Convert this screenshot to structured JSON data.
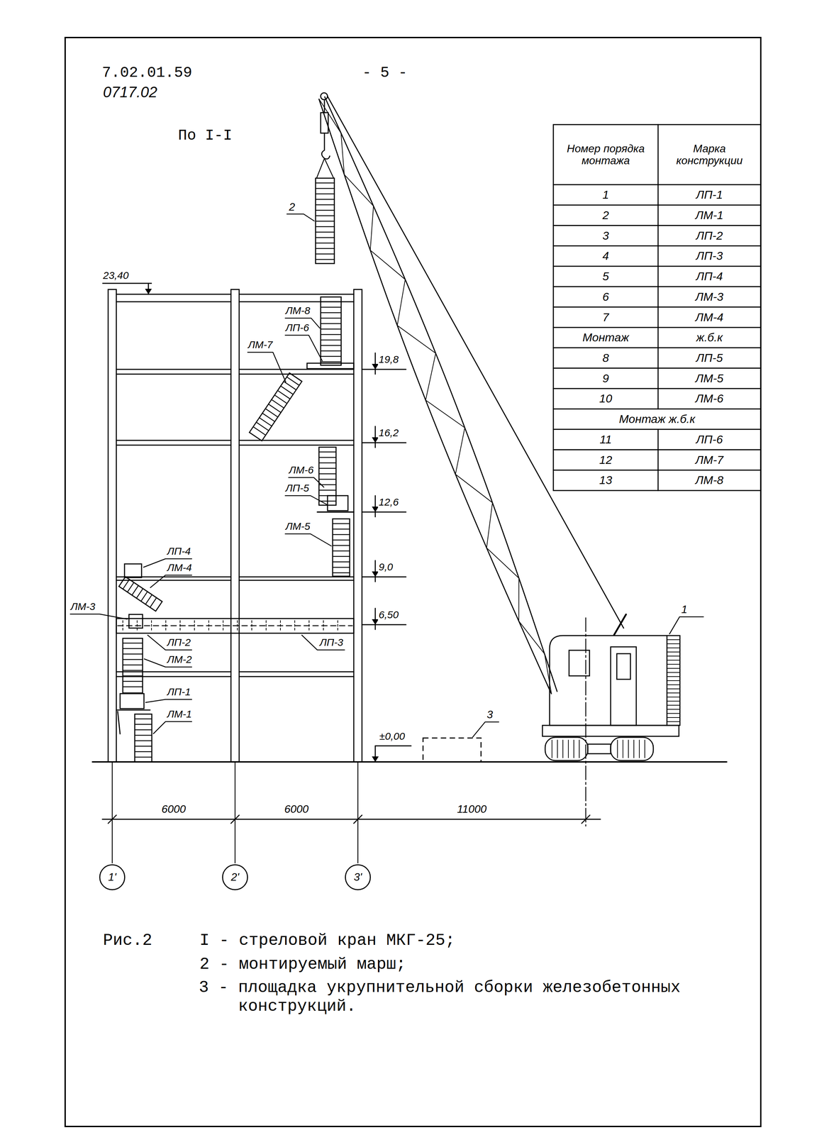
{
  "diagram": {
    "title": "По I-I",
    "caption": "Рис.2",
    "nodes": [
      {
        "text": [
          "1'"
        ]
      },
      {
        "text": [
          "2'"
        ]
      },
      {
        "text": [
          "3'"
        ]
      }
    ],
    "labels": [
      "7.02.01.59",
      "0717.02",
      "- 5 -",
      "Номер порядка монтажа",
      "Марка конструкции",
      "1",
      "ЛП-1",
      "2",
      "ЛМ-1",
      "3",
      "ЛП-2",
      "4",
      "ЛП-3",
      "5",
      "ЛП-4",
      "6",
      "ЛМ-3",
      "7",
      "ЛМ-4",
      "Монтаж",
      "ж.б.к",
      "8",
      "ЛП-5",
      "9",
      "ЛМ-5",
      "10",
      "ЛМ-6",
      "Монтаж ж.б.к",
      "11",
      "ЛП-6",
      "12",
      "ЛМ-7",
      "13",
      "ЛМ-8",
      "2",
      "23,40",
      "ЛМ-8",
      "ЛП-6",
      "ЛМ-7",
      "19,8",
      "16,2",
      "12,6",
      "9,0",
      "6,50",
      "±0,00",
      "ЛП-4",
      "ЛМ-4",
      "ЛМ-3",
      "ЛП-2",
      "ЛП-3",
      "ЛМ-2",
      "ЛП-1",
      "ЛМ-1",
      "ЛМ-6",
      "ЛП-5",
      "ЛМ-5",
      "3",
      "1",
      "6000",
      "6000",
      "11000",
      "I - стреловой кран МКГ-25;",
      "2 - монтируемый марш;",
      "3 - площадка укрупнительной сборки железобетонных конструкций."
    ]
  }
}
